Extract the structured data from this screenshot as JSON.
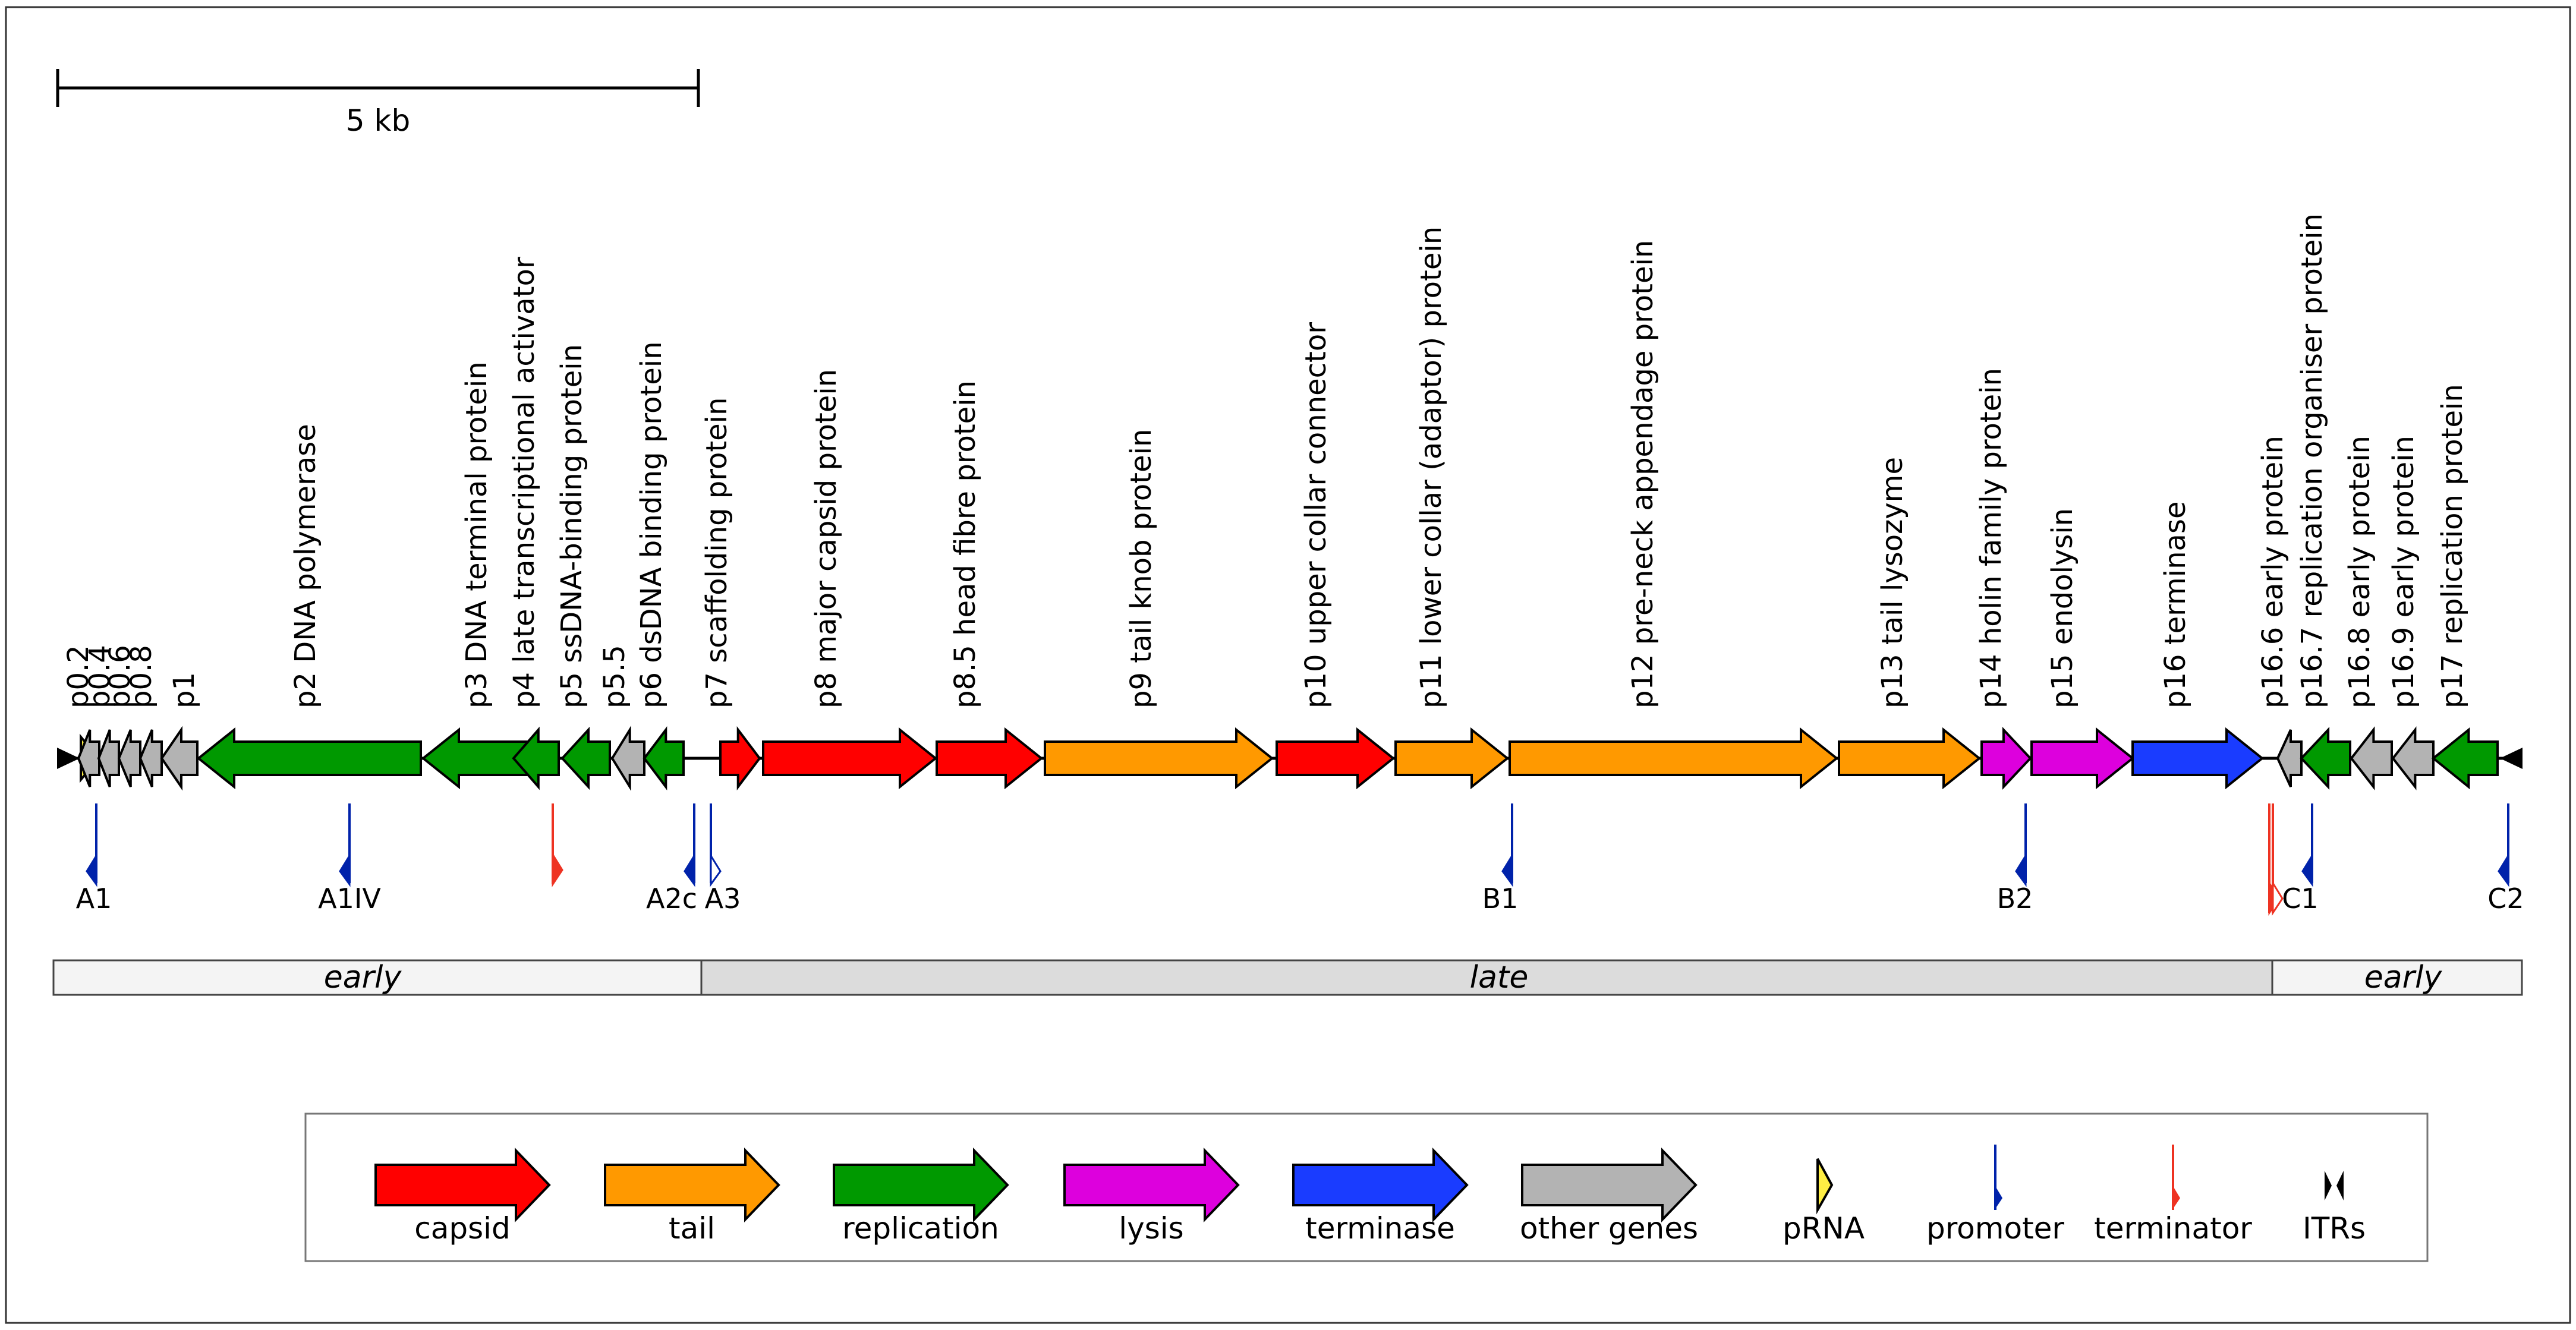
{
  "scale_bar": {
    "label": "5 kb"
  },
  "colors": {
    "capsid": "#ff0000",
    "tail": "#ff9900",
    "replication": "#009900",
    "lysis": "#dd00dd",
    "terminase": "#1a3cff",
    "other": "#b3b3b3",
    "pRNA": "#ffee44",
    "promoter": "#0022aa",
    "terminator": "#ee3322"
  },
  "genes": [
    {
      "label": "p0.2",
      "category": "other"
    },
    {
      "label": "p0.4",
      "category": "other"
    },
    {
      "label": "p0.6",
      "category": "other"
    },
    {
      "label": "p0.8",
      "category": "other"
    },
    {
      "label": "p1",
      "category": "other"
    },
    {
      "label": "p2 DNA polymerase",
      "category": "replication"
    },
    {
      "label": "p3 DNA terminal protein",
      "category": "replication"
    },
    {
      "label": "p4 late transcriptional activator",
      "category": "replication"
    },
    {
      "label": "p5 ssDNA-binding protein",
      "category": "replication"
    },
    {
      "label": "p5.5",
      "category": "other"
    },
    {
      "label": "p6 dsDNA binding protein",
      "category": "replication"
    },
    {
      "label": "p7 scaffolding protein",
      "category": "capsid"
    },
    {
      "label": "p8 major capsid protein",
      "category": "capsid"
    },
    {
      "label": "p8.5 head fibre protein",
      "category": "capsid"
    },
    {
      "label": "p9 tail knob protein",
      "category": "tail"
    },
    {
      "label": "p10 upper collar connector",
      "category": "capsid"
    },
    {
      "label": "p11 lower collar (adaptor) protein",
      "category": "tail"
    },
    {
      "label": "p12 pre-neck appendage protein",
      "category": "tail"
    },
    {
      "label": "p13 tail lysozyme",
      "category": "tail"
    },
    {
      "label": "p14 holin family protein",
      "category": "lysis"
    },
    {
      "label": "p15 endolysin",
      "category": "lysis"
    },
    {
      "label": "p16 terminase",
      "category": "terminase"
    },
    {
      "label": "p16.6 early protein",
      "category": "other"
    },
    {
      "label": "p16.7 replication organiser protein",
      "category": "replication"
    },
    {
      "label": "p16.8 early protein",
      "category": "other"
    },
    {
      "label": "p16.9 early protein",
      "category": "other"
    },
    {
      "label": "p17 replication protein",
      "category": "replication"
    }
  ],
  "promoters": [
    "A1",
    "A1IV",
    "A2c",
    "A3",
    "B1",
    "B2",
    "C1",
    "C2"
  ],
  "phases": [
    "early",
    "late",
    "early"
  ],
  "legend": [
    {
      "label": "capsid",
      "key": "capsid"
    },
    {
      "label": "tail",
      "key": "tail"
    },
    {
      "label": "replication",
      "key": "replication"
    },
    {
      "label": "lysis",
      "key": "lysis"
    },
    {
      "label": "terminase",
      "key": "terminase"
    },
    {
      "label": "other genes",
      "key": "other"
    },
    {
      "label": "pRNA",
      "key": "pRNA"
    },
    {
      "label": "promoter",
      "key": "promoter"
    },
    {
      "label": "terminator",
      "key": "terminator"
    },
    {
      "label": "ITRs",
      "key": "itr"
    }
  ]
}
